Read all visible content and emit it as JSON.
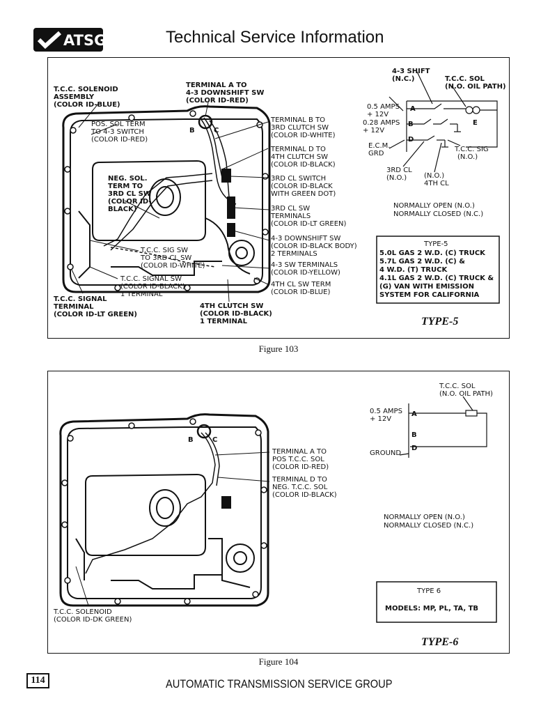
{
  "header": {
    "logo_text": "ATSG",
    "title": "Technical Service Information"
  },
  "figure103": {
    "caption": "Figure 103",
    "type_label": "TYPE-5",
    "callouts": {
      "tcc_solenoid_assembly": [
        "T.C.C. SOLENOID",
        "ASSEMBLY",
        "(COLOR ID-BLUE)"
      ],
      "terminal_a": [
        "TERMINAL A TO",
        "4-3 DOWNSHIFT SW",
        "(COLOR ID-RED)"
      ],
      "pos_sol_term": [
        "POS. SOL TERM",
        "TO 4-3 SWITCH",
        "(COLOR ID-RED)"
      ],
      "terminal_b": [
        "TERMINAL B TO",
        "3RD CLUTCH SW",
        "(COLOR ID-WHITE)"
      ],
      "terminal_d": [
        "TERMINAL D TO",
        "4TH CLUTCH SW",
        "(COLOR ID-BLACK)"
      ],
      "neg_sol_term": [
        "NEG. SOL.",
        "TERM TO",
        "3RD CL SW",
        "(COLOR ID-",
        "BLACK)"
      ],
      "third_cl_switch": [
        "3RD CL SWITCH",
        "(COLOR ID-BLACK",
        "WITH GREEN DOT)"
      ],
      "third_cl_sw_terminals": [
        "3RD CL SW",
        "TERMINALS",
        "(COLOR ID-LT GREEN)"
      ],
      "downshift_sw": [
        "4-3 DOWNSHIFT SW",
        "(COLOR ID-BLACK BODY)",
        "2 TERMINALS"
      ],
      "tcc_sig_sw": [
        "T.C.C. SIG SW",
        "TO 3RD CL SW",
        "(COLOR ID-WHITE)"
      ],
      "four_three_terminals": [
        "4-3 SW TERMINALS",
        "(COLOR ID-YELLOW)"
      ],
      "tcc_signal_sw": [
        "T.C.C. SIGNAL SW",
        "(COLOR ID-BLACK)",
        "1 TERMINAL"
      ],
      "fourth_cl_sw_term": [
        "4TH CL SW TERM",
        "(COLOR ID-BLUE)"
      ],
      "tcc_signal_terminal": [
        "T.C.C. SIGNAL",
        "TERMINAL",
        "(COLOR ID-LT GREEN)"
      ],
      "fourth_clutch_sw": [
        "4TH CLUTCH SW",
        "(COLOR ID-BLACK)",
        "1 TERMINAL"
      ]
    },
    "schematic": {
      "shift_label": [
        "4-3 SHIFT",
        "(N.C.)"
      ],
      "tcc_sol": [
        "T.C.C. SOL",
        "(N.O. OIL PATH)"
      ],
      "amps1": [
        "0.5 AMPS",
        "+ 12V"
      ],
      "amps2": [
        "0.28 AMPS",
        "+ 12V"
      ],
      "ecm": [
        "E.C.M.",
        "GRD"
      ],
      "tcc_sig": [
        "T.C.C. SIG",
        "(N.O.)"
      ],
      "third_cl": [
        "3RD CL",
        "(N.O.)"
      ],
      "fourth_cl": [
        "(N.O.)",
        "4TH CL"
      ],
      "pins": [
        "A",
        "B",
        "D",
        "E"
      ],
      "normally": [
        "NORMALLY OPEN (N.O.)",
        "NORMALLY CLOSED (N.C.)"
      ]
    },
    "type_box": [
      "TYPE-5",
      "5.0L GAS 2 W.D. (C) TRUCK",
      "5.7L GAS 2 W.D. (C) &",
      "4 W.D. (T) TRUCK",
      "4.1L GAS 2 W.D. (C) TRUCK &",
      "(G) VAN WITH EMISSION",
      "SYSTEM FOR CALIFORNIA"
    ],
    "connector_letters": [
      "B",
      "C"
    ]
  },
  "figure104": {
    "caption": "Figure 104",
    "type_label": "TYPE-6",
    "callouts": {
      "terminal_a": [
        "TERMINAL A TO",
        "POS T.C.C. SOL",
        "(COLOR ID-RED)"
      ],
      "terminal_d": [
        "TERMINAL D TO",
        "NEG. T.C.C. SOL",
        "(COLOR ID-BLACK)"
      ],
      "tcc_solenoid": [
        "T.C.C. SOLENOID",
        "(COLOR ID-DK GREEN)"
      ]
    },
    "schematic": {
      "tcc_sol": [
        "T.C.C. SOL",
        "(N.O. OIL PATH)"
      ],
      "amps": [
        "0.5 AMPS",
        "+ 12V"
      ],
      "ground": "GROUND",
      "pins": [
        "A",
        "B",
        "D"
      ],
      "normally": [
        "NORMALLY OPEN (N.O.)",
        "NORMALLY CLOSED (N.C.)"
      ]
    },
    "type_box": [
      "TYPE 6",
      "MODELS: MP, PL, TA, TB"
    ],
    "connector_letters": [
      "B",
      "C"
    ]
  },
  "footer": {
    "page_number": "114",
    "org": "AUTOMATIC TRANSMISSION SERVICE GROUP"
  }
}
